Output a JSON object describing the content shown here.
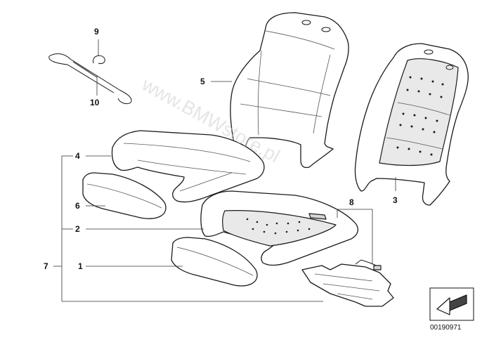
{
  "watermark": "www.BMWstore.pl",
  "doc_number": "00190971",
  "callouts": {
    "p1": "1",
    "p2": "2",
    "p3": "3",
    "p4": "4",
    "p5": "5",
    "p6": "6",
    "p7": "7",
    "p8": "8",
    "p9": "9",
    "p10": "10"
  },
  "icons": {
    "direction": "arrow-direction-icon"
  }
}
